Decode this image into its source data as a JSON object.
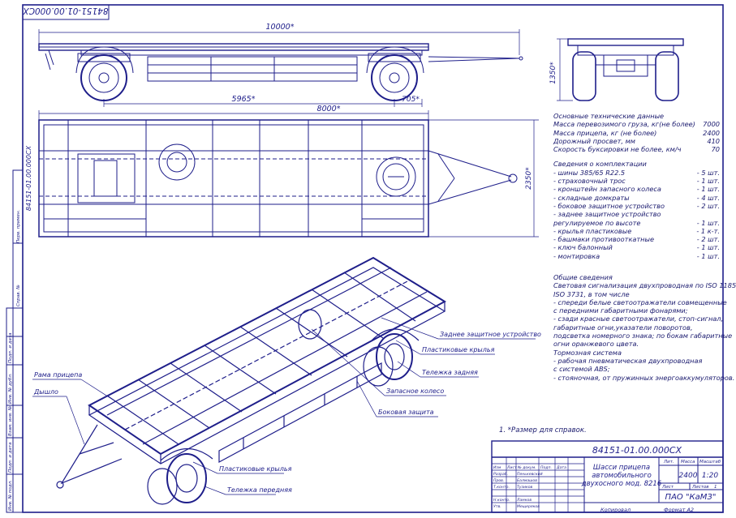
{
  "doc_code_top": "84151-01.00.000СХ",
  "doc_code_left": "84151-01.00.000СХ",
  "dims": {
    "overall_length": "10000*",
    "chassis_length": "8000*",
    "front_offset": "5965*",
    "axle_gap": "705*",
    "width": "2350*",
    "height": "1350*"
  },
  "specs": {
    "title": "Основные технические данные",
    "rows": [
      {
        "label": "Масса перевозимого груза, кг(не более)",
        "value": "7000"
      },
      {
        "label": "Масса прицепа, кг (не более)",
        "value": "2400"
      },
      {
        "label": "Дорожный просвет, мм",
        "value": "410"
      },
      {
        "label": "Скорость буксировки не более, км/ч",
        "value": "70"
      }
    ],
    "kit_title": "Сведения о комплектации",
    "kit": [
      {
        "label": "- шины 385/65 R22.5",
        "value": "- 5 шт."
      },
      {
        "label": "- страховочный трос",
        "value": "- 1 шт."
      },
      {
        "label": "- кронштейн запасного колеса",
        "value": "- 1 шт."
      },
      {
        "label": "- складные домкраты",
        "value": "- 4 шт."
      },
      {
        "label": "- боковое защитное устройство",
        "value": "- 2 шт."
      },
      {
        "label": "- заднее защитное устройство",
        "value": ""
      },
      {
        "label": "  регулируемое по высоте",
        "value": "- 1 шт."
      },
      {
        "label": "- крылья пластиковые",
        "value": "- 1 к-т."
      },
      {
        "label": "- башмаки противооткатные",
        "value": "- 2 шт."
      },
      {
        "label": "- ключ балонный",
        "value": "- 1 шт."
      },
      {
        "label": "- монтировка",
        "value": "- 1 шт."
      }
    ]
  },
  "general": [
    "Общие сведения",
    "Световая сигнализация двухпроводная по ISO 1185",
    "ISO 3731, в том числе",
    "- спереди белые светоотражатели совмещенные",
    "  с передними габаритными фонарями;",
    "- сзади красные светоотражатели, стоп-сигнал,",
    "габаритные огни,указатели поворотов,",
    "подсветка номерного знака; по бокам габаритные",
    "  огни оранжевого цвета.",
    "Тормозная система",
    "- рабочая пневматическая двухпроводная",
    "  с системой ABS;",
    "- стояночная, от пружинных энергоаккумуляторов."
  ],
  "note": "1. *Размер для справок.",
  "callouts": {
    "rear_guard": "Заднее защитное устройство",
    "plastic_wings_rear": "Пластиковые крылья",
    "rear_bogie": "Тележка задняя",
    "spare_wheel": "Запасное колесо",
    "side_guard": "Боковая защита",
    "frame": "Рама прицепа",
    "drawbar": "Дышло",
    "plastic_wings_front": "Пластиковые крылья",
    "front_bogie": "Тележка передняя"
  },
  "title_block": {
    "code": "84151-01.00.000СХ",
    "name_line1": "Шасси прицепа",
    "name_line2": "автомобильного",
    "name_line3": "двухосного мод. 8216",
    "lit_label": "Лит.",
    "mass_label": "Масса",
    "scale_label": "Масштаб",
    "mass_value": "2400",
    "scale_value": "1:20",
    "sheet_label": "Лист",
    "sheets_label": "Листов",
    "sheets_value": "1",
    "company": "ПАО \"КаМЗ\"",
    "copied": "Копировал",
    "format": "Формат   А2",
    "head_izm": "Изм",
    "head_list": "Лист",
    "head_doc": "№ докум.",
    "head_sign": "Подп.",
    "head_date": "Дата",
    "r1": "Разраб.",
    "r2": "Пров.",
    "r3": "Т.контр.",
    "r4": "Н.контр.",
    "r5": "Утв.",
    "n1": "Пенькевский",
    "n2": "Балмашов",
    "n3": "Тузиков",
    "n4": "Ламков",
    "n5": "Мещеряков"
  },
  "side_stamps": [
    "Перв. примен.",
    "Справ. №",
    "Подп. и дата",
    "Инв. № дубл.",
    "Взам. инв. №",
    "Подп. и дата",
    "Инв. № подл."
  ]
}
